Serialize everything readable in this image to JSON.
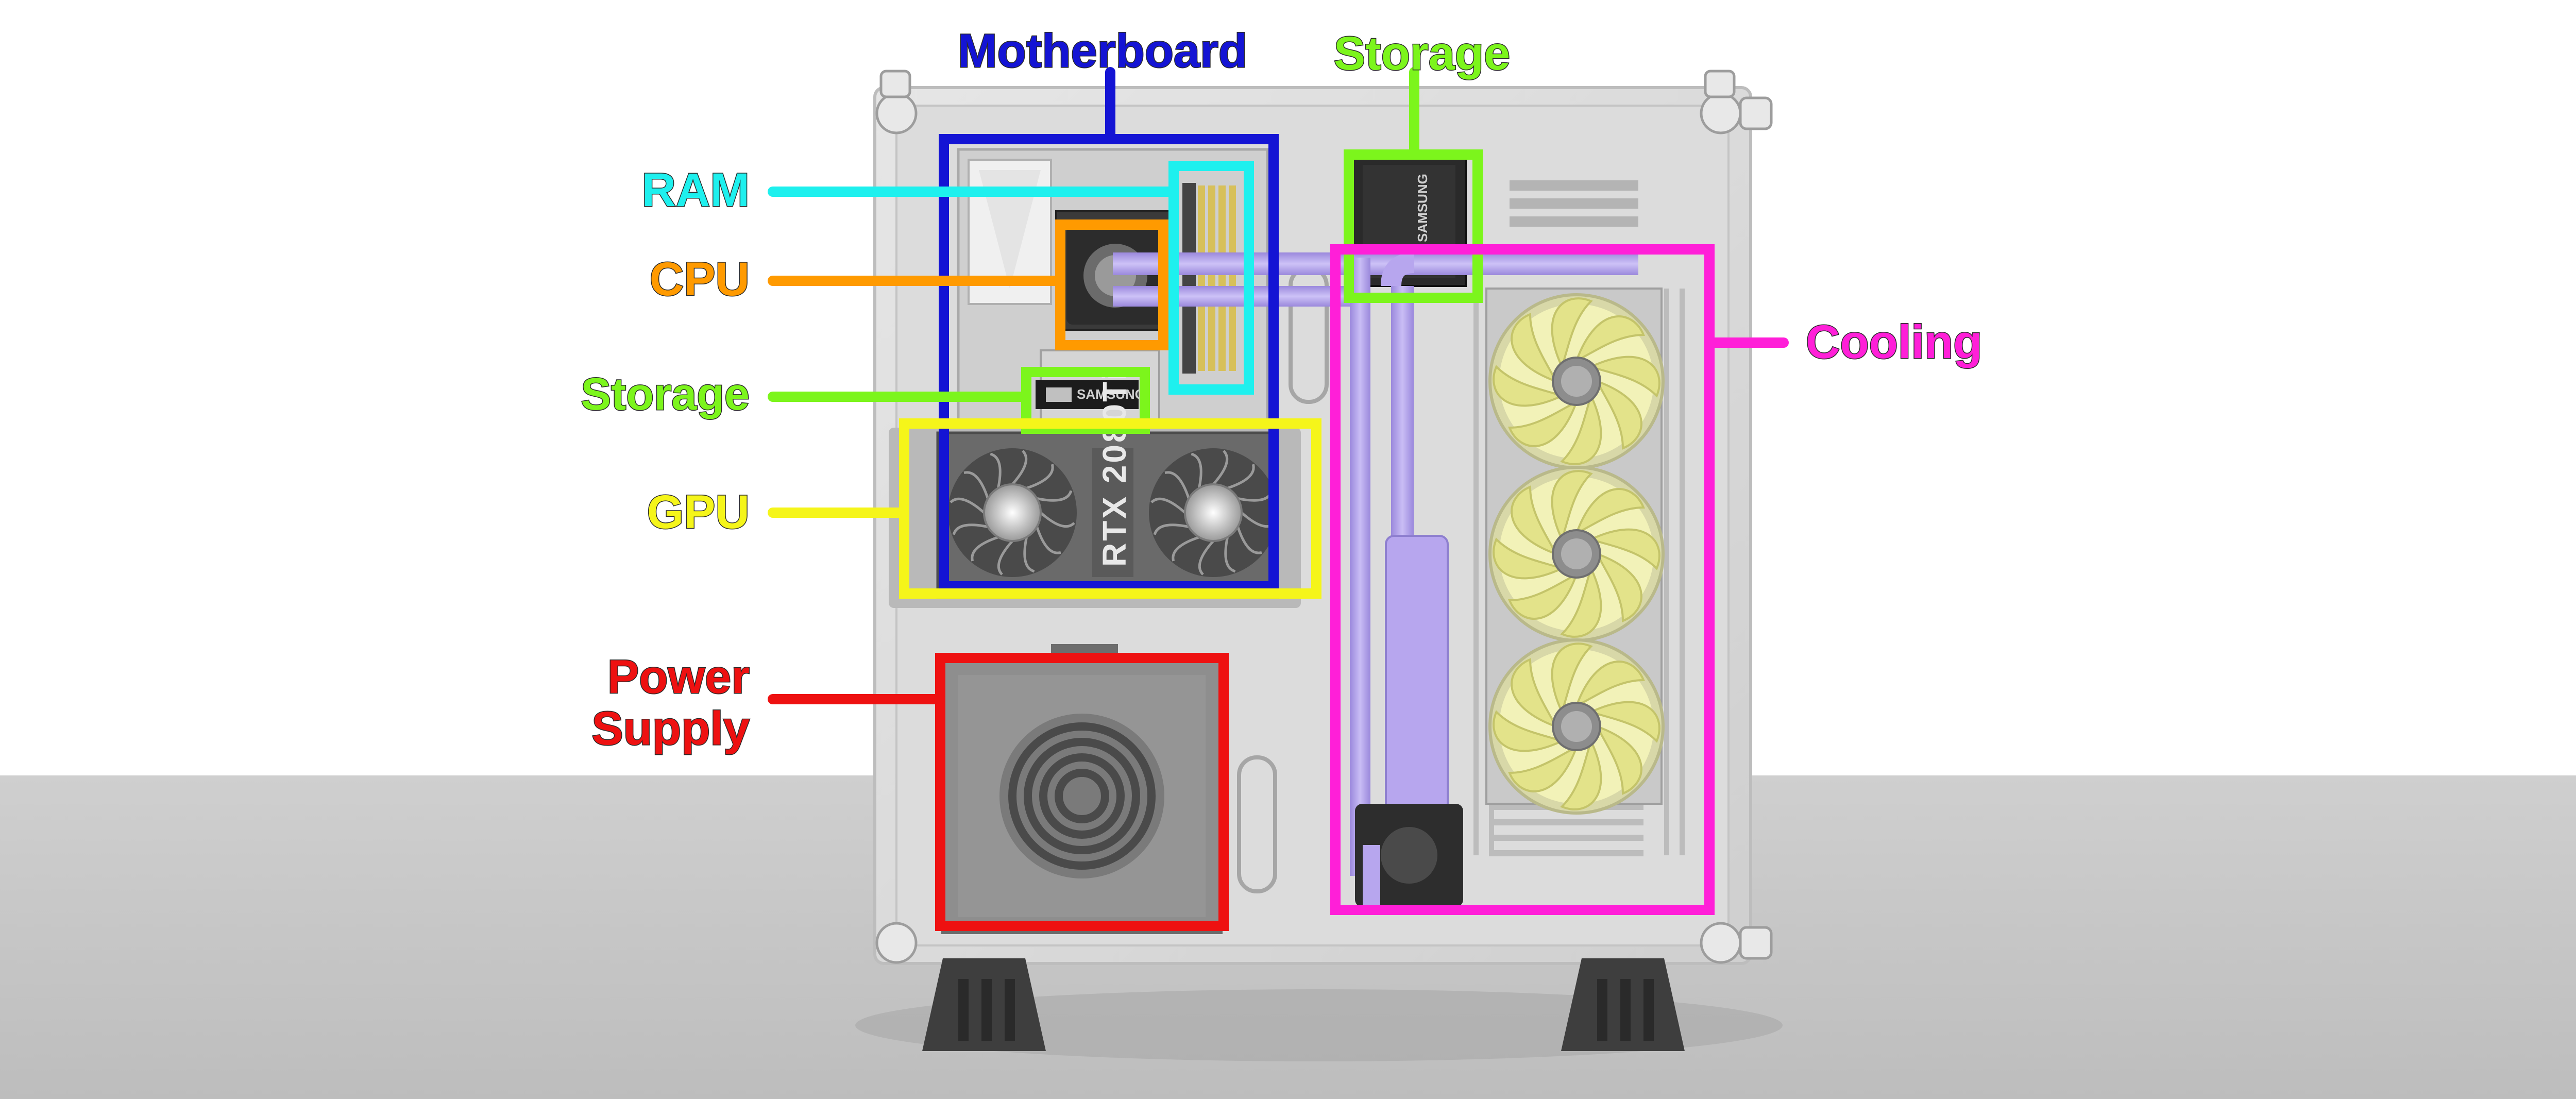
{
  "labels": {
    "motherboard": "Motherboard",
    "storage_top": "Storage",
    "ram": "RAM",
    "cpu": "CPU",
    "storage_left": "Storage",
    "gpu": "GPU",
    "cooling": "Cooling",
    "power_line1": "Power",
    "power_line2": "Supply"
  },
  "component_text": {
    "gpu_model": "RTX 2080Ti",
    "ssd_brand": "SAMSUNG",
    "m2_brand": "SAMSUNG"
  },
  "colors": {
    "motherboard": "#1414d4",
    "storage": "#7cf51c",
    "ram": "#1ef0ee",
    "cpu": "#ff9a00",
    "gpu": "#f5f51a",
    "cooling": "#ff1fd8",
    "power": "#ee1111",
    "tubing": "#b7a6ee",
    "fan_blade": "#eaea8c",
    "floor": "#c9c9c9",
    "case_panel": "#d9d9d9"
  }
}
